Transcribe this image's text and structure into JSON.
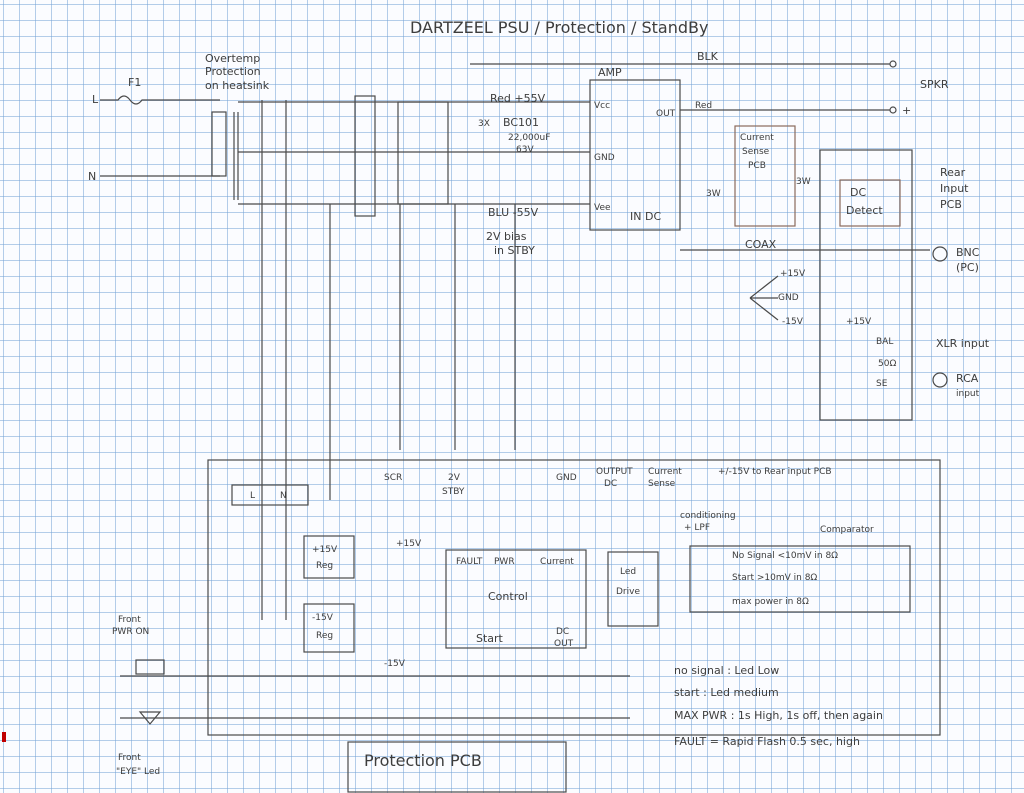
{
  "title": "DARTZEEL PSU / Protection / StandBy",
  "labels": {
    "blk": "BLK",
    "amp": "AMP",
    "spkr": "SPKR",
    "plus": "+",
    "f1": "F1",
    "line": "L",
    "neutral": "N",
    "overtemp": [
      "Overtemp",
      "Protection",
      "on heatsink"
    ],
    "red_plus55": "Red +55V",
    "blu_minus55": "BLU -55V",
    "rail_3x": "3X",
    "bc101": "BC101",
    "cap": "22,000uF",
    "cap_v": "63V",
    "bias": "2V bias",
    "in_stby": "in STBY",
    "vcc": "Vcc",
    "vee": "Vee",
    "gnd": "GND",
    "out": "OUT",
    "red": "Red",
    "current_sense": [
      "Current",
      "Sense",
      "PCB"
    ],
    "dc_detect": [
      "DC",
      "Detect"
    ],
    "rear_input": [
      "Rear",
      "Input",
      "PCB"
    ],
    "w3": "3W",
    "in_dc": "IN DC",
    "coax": "COAX",
    "bnc": "BNC",
    "pc": "(PC)",
    "p15": "+15V",
    "m15": "-15V",
    "p15b": "+15V",
    "m15b": "-15V",
    "bal": "BAL",
    "ohm": "50Ω",
    "se": "SE",
    "xlr": "XLR input",
    "rca": "RCA",
    "rca_input": "input",
    "conn_l": "L",
    "conn_n": "N",
    "scr": "SCR",
    "stby2v": "2V",
    "stby": "STBY",
    "gnd2": "GND",
    "output_dc": [
      "OUTPUT",
      "DC"
    ],
    "current_sense2": [
      "Current",
      "Sense"
    ],
    "to_rear": "+/-15V to Rear input PCB",
    "conditioning": "conditioning",
    "lpf": "+ LPF",
    "comparator": "Comparator",
    "no_signal": "No Signal <10mV in 8Ω",
    "start_lvl": "Start >10mV in 8Ω",
    "max_power": "max power in 8Ω",
    "reg_p15": [
      "+15V",
      "Reg"
    ],
    "reg_m15": [
      "-15V",
      "Reg"
    ],
    "fault": "FAULT",
    "pwr": "PWR",
    "current": "Current",
    "control": "Control",
    "start": "Start",
    "dc_out": [
      "DC",
      "OUT"
    ],
    "led_drive": [
      "Led",
      "Drive"
    ],
    "front_pwr": [
      "Front",
      "PWR ON"
    ],
    "front_eye": [
      "Front",
      "\"EYE\" Led"
    ],
    "protection_pcb": "Protection PCB"
  },
  "legend": [
    "no signal : Led Low",
    "start : Led medium",
    "MAX PWR : 1s High, 1s off, then again",
    "FAULT = Rapid Flash 0.5 sec, high"
  ]
}
